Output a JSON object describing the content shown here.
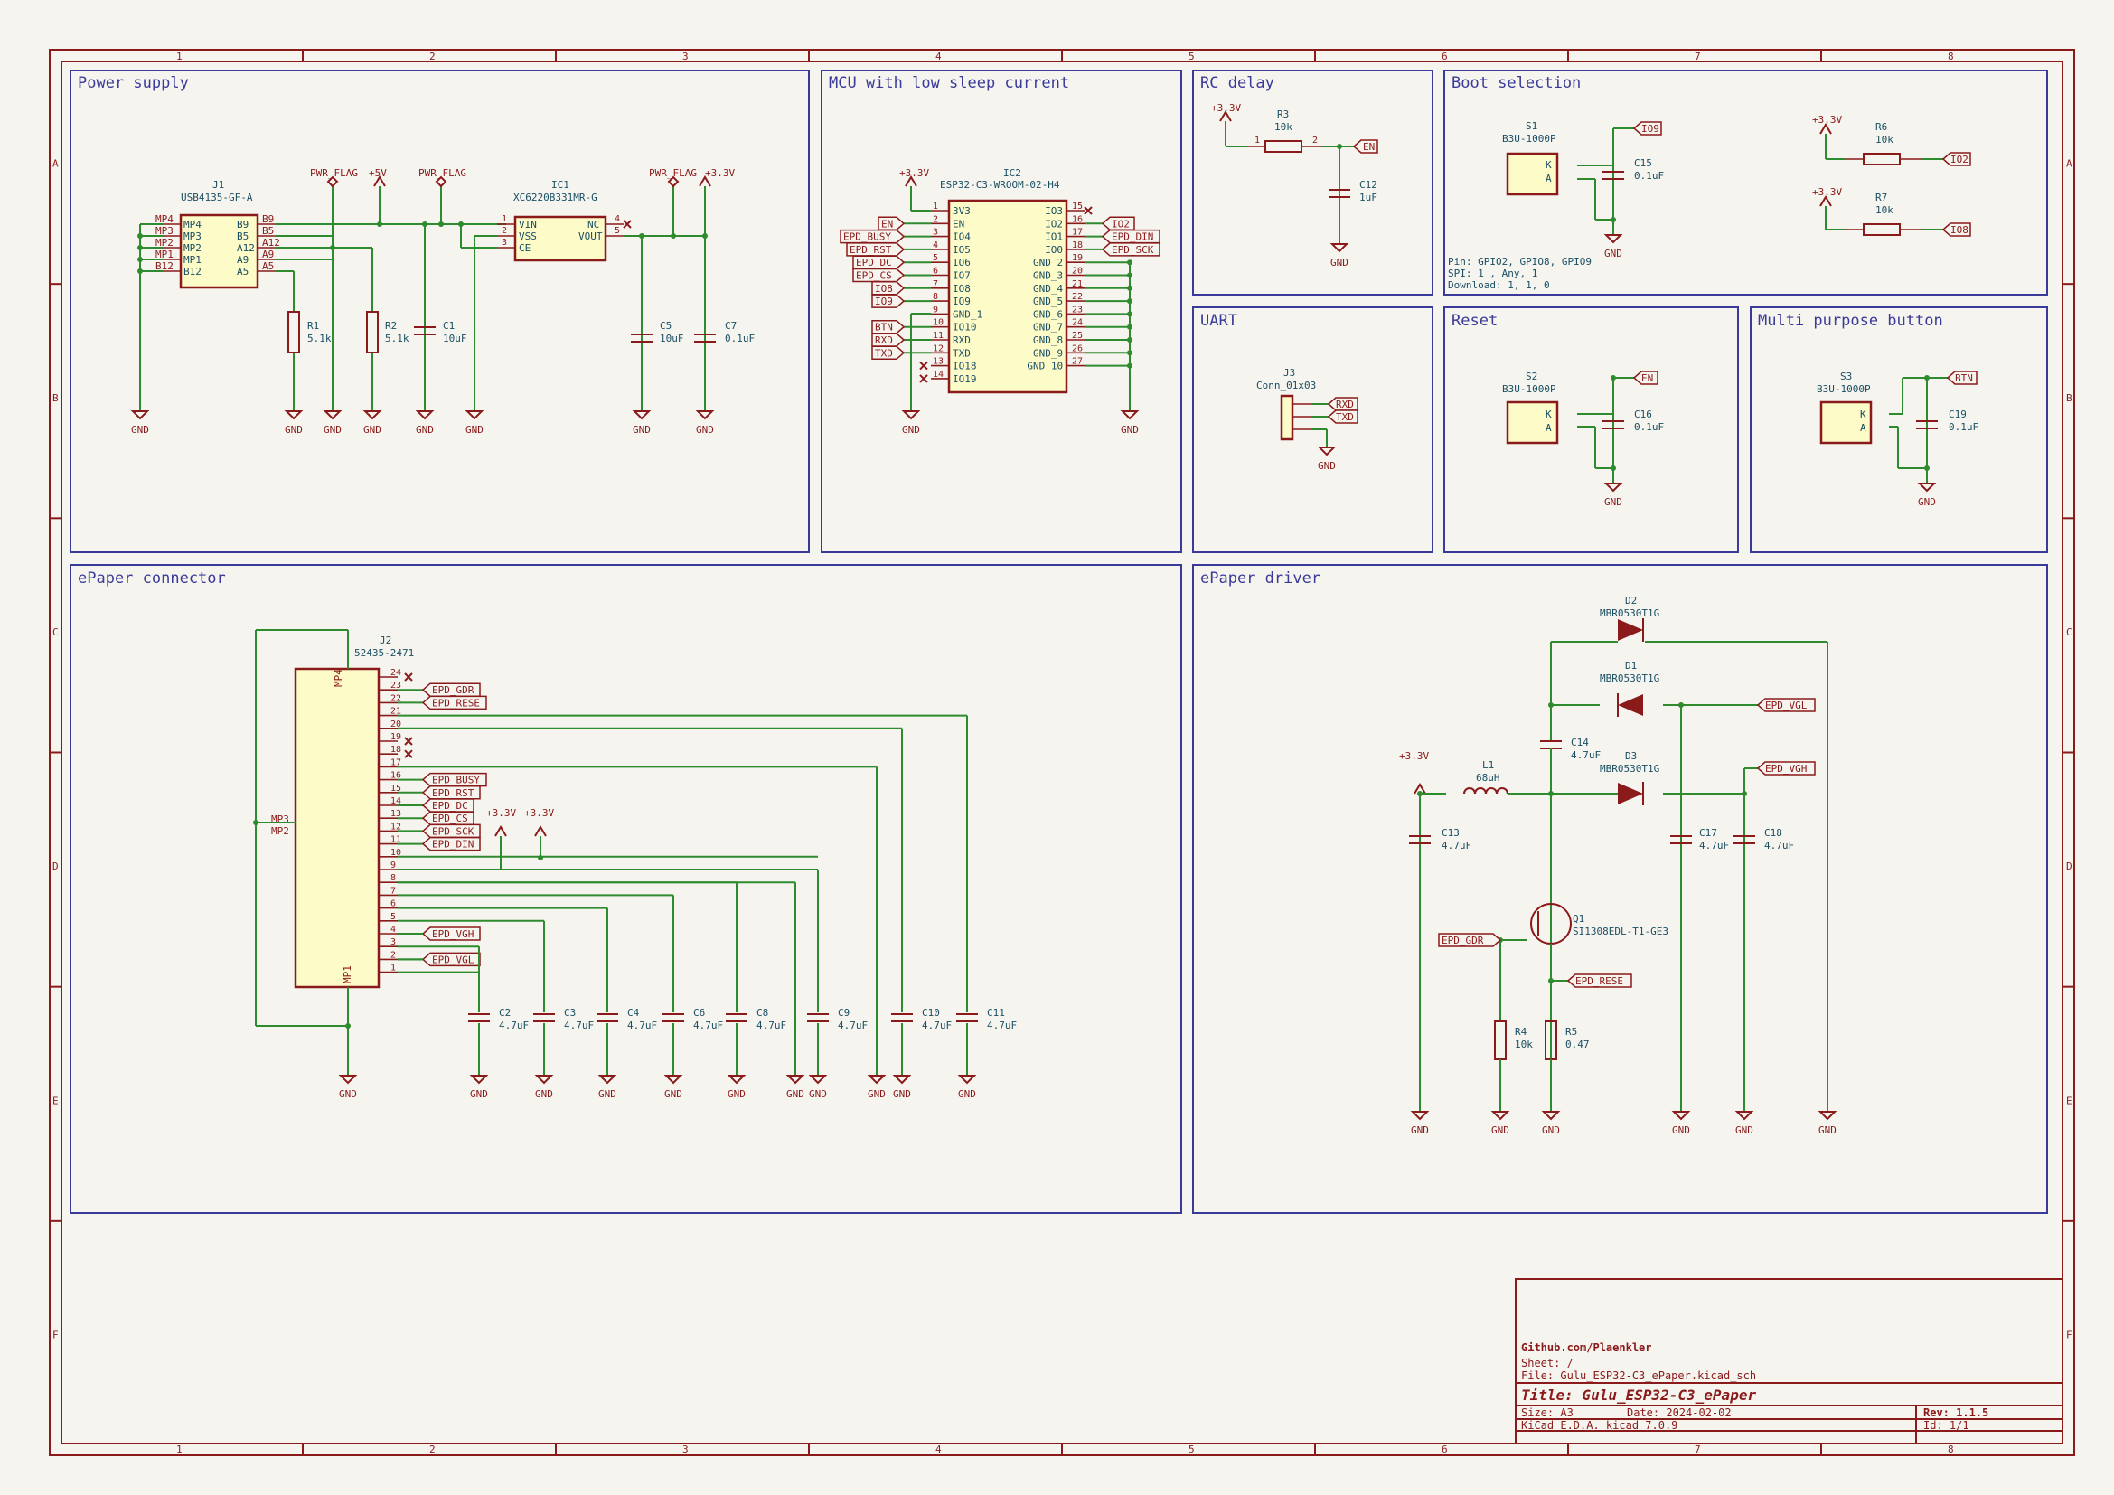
{
  "frame": {
    "columns": [
      "1",
      "2",
      "3",
      "4",
      "5",
      "6",
      "7",
      "8"
    ],
    "rows": [
      "A",
      "B",
      "C",
      "D",
      "E",
      "F"
    ]
  },
  "sheets": {
    "power": "Power supply",
    "mcu": "MCU with low sleep current",
    "rc": "RC delay",
    "boot": "Boot selection",
    "uart": "UART",
    "reset": "Reset",
    "multi": "Multi purpose button",
    "connector": "ePaper connector",
    "driver": "ePaper driver"
  },
  "power": {
    "j1_ref": "J1",
    "j1_val": "USB4135-GF-A",
    "j1_left": [
      "MP4",
      "MP3",
      "MP2",
      "MP1",
      "B12"
    ],
    "j1_right": [
      "B9",
      "B5",
      "A12",
      "A9",
      "A5"
    ],
    "pwr_flag": "PWR_FLAG",
    "v5": "+5V",
    "v33": "+3.3V",
    "gnd": "GND",
    "ic1_ref": "IC1",
    "ic1_val": "XC6220B331MR-G",
    "ic1_pins": [
      "VIN",
      "VSS",
      "CE",
      "NC",
      "VOUT"
    ],
    "ic1_nums": [
      "1",
      "2",
      "3",
      "4",
      "5"
    ],
    "r1": "R1",
    "r1v": "5.1k",
    "r2": "R2",
    "r2v": "5.1k",
    "c1": "C1",
    "c1v": "10uF",
    "c5": "C5",
    "c5v": "10uF",
    "c7": "C7",
    "c7v": "0.1uF"
  },
  "mcu": {
    "v33": "+3.3V",
    "ref": "IC2",
    "val": "ESP32-C3-WROOM-02-H4",
    "left_pins": [
      "3V3",
      "EN",
      "IO4",
      "IO5",
      "IO6",
      "IO7",
      "IO8",
      "IO9",
      "GND_1",
      "IO10",
      "RXD",
      "TXD",
      "IO18",
      "IO19"
    ],
    "left_nums": [
      "1",
      "2",
      "3",
      "4",
      "5",
      "6",
      "7",
      "8",
      "9",
      "10",
      "11",
      "12",
      "13",
      "14"
    ],
    "right_pins": [
      "IO3",
      "IO2",
      "IO1",
      "IO0",
      "GND_2",
      "GND_3",
      "GND_4",
      "GND_5",
      "GND_6",
      "GND_7",
      "GND_8",
      "GND_9",
      "GND_10"
    ],
    "right_nums": [
      "15",
      "16",
      "17",
      "18",
      "19",
      "20",
      "21",
      "22",
      "23",
      "24",
      "25",
      "26",
      "27"
    ],
    "left_labels": [
      "EN",
      "EPD_BUSY",
      "EPD_RST",
      "EPD_DC",
      "EPD_CS",
      "IO8",
      "IO9",
      "BTN",
      "RXD",
      "TXD"
    ],
    "right_labels": [
      "IO2",
      "EPD_DIN",
      "EPD_SCK"
    ],
    "gnd": "GND"
  },
  "rc": {
    "v33": "+3.3V",
    "r3": "R3",
    "r3v": "10k",
    "c12": "C12",
    "c12v": "1uF",
    "en": "EN",
    "gnd": "GND",
    "n1": "1",
    "n2": "2"
  },
  "boot": {
    "s1": "S1",
    "s1v": "B3U-1000P",
    "c15": "C15",
    "c15v": "0.1uF",
    "io9": "IO9",
    "gnd": "GND",
    "r6": "R6",
    "r6v": "10k",
    "io2": "IO2",
    "r7": "R7",
    "r7v": "10k",
    "io8": "IO8",
    "v33": "+3.3V",
    "note1": "Pin: GPIO2, GPIO8, GPIO9",
    "note2": "SPI: 1 , Any, 1",
    "note3": "Download: 1, 1, 0",
    "k": "K",
    "a": "A"
  },
  "uart": {
    "j3": "J3",
    "j3v": "Conn_01x03",
    "rxd": "RXD",
    "txd": "TXD",
    "gnd": "GND"
  },
  "reset": {
    "s2": "S2",
    "s2v": "B3U-1000P",
    "c16": "C16",
    "c16v": "0.1uF",
    "en": "EN",
    "gnd": "GND"
  },
  "multi": {
    "s3": "S3",
    "s3v": "B3U-1000P",
    "c19": "C19",
    "c19v": "0.1uF",
    "btn": "BTN",
    "gnd": "GND"
  },
  "connector": {
    "j2": "J2",
    "j2v": "52435-2471",
    "pins": [
      "24",
      "23",
      "22",
      "21",
      "20",
      "19",
      "18",
      "17",
      "16",
      "15",
      "14",
      "13",
      "12",
      "11",
      "10",
      "9",
      "8",
      "7",
      "6",
      "5",
      "4",
      "3",
      "2",
      "1"
    ],
    "labels": {
      "23": "EPD_GDR",
      "22": "EPD_RESE",
      "16": "EPD_BUSY",
      "15": "EPD_RST",
      "14": "EPD_DC",
      "13": "EPD_CS",
      "12": "EPD_SCK",
      "11": "EPD_DIN",
      "4": "EPD_VGH",
      "2": "EPD_VGL"
    },
    "mp": [
      "MP4",
      "MP3",
      "MP2",
      "MP1"
    ],
    "v33": "+3.3V",
    "gnd": "GND",
    "caps": [
      {
        "ref": "C2",
        "val": "4.7uF"
      },
      {
        "ref": "C3",
        "val": "4.7uF"
      },
      {
        "ref": "C4",
        "val": "4.7uF"
      },
      {
        "ref": "C6",
        "val": "4.7uF"
      },
      {
        "ref": "C8",
        "val": "4.7uF"
      },
      {
        "ref": "C9",
        "val": "4.7uF"
      },
      {
        "ref": "C10",
        "val": "4.7uF"
      },
      {
        "ref": "C11",
        "val": "4.7uF"
      }
    ]
  },
  "driver": {
    "d1": "D1",
    "d2": "D2",
    "d3": "D3",
    "dv": "MBR0530T1G",
    "c14": "C14",
    "c14v": "4.7uF",
    "l1": "L1",
    "l1v": "68uH",
    "v33": "+3.3V",
    "c13": "C13",
    "c13v": "4.7uF",
    "c17": "C17",
    "c17v": "4.7uF",
    "c18": "C18",
    "c18v": "4.7uF",
    "q1": "Q1",
    "q1v": "SI1308EDL-T1-GE3",
    "r4": "R4",
    "r4v": "10k",
    "r5": "R5",
    "r5v": "0.47",
    "gdr": "EPD_GDR",
    "rese": "EPD_RESE",
    "vgl": "EPD_VGL",
    "vgh": "EPD_VGH",
    "gnd": "GND"
  },
  "titleblock": {
    "company": "Github.com/Plaenkler",
    "sheet": "Sheet: /",
    "file": "File: Gulu_ESP32-C3_ePaper.kicad_sch",
    "title": "Title: Gulu_ESP32-C3_ePaper",
    "size": "Size: A3",
    "date": "Date: 2024-02-02",
    "rev": "Rev: 1.1.5",
    "tool": "KiCad E.D.A.  kicad 7.0.9",
    "id": "Id: 1/1"
  }
}
